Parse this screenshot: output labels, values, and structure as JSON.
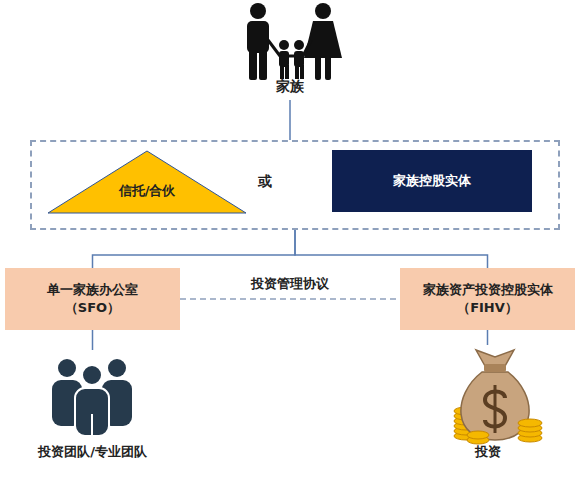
{
  "diagram": {
    "nodes": [
      {
        "text": [
          "家族"
        ]
      },
      {
        "text": [
          "或"
        ]
      },
      {
        "text": [
          "信托/合伙"
        ],
        "in": 1
      },
      {
        "text": [
          "家族控股实体"
        ],
        "in": 1
      },
      {
        "text": [
          "单一家族办公室 （SFO）"
        ]
      },
      {
        "text": [
          "家族资产投资控股实体 （FIHV）"
        ]
      },
      {
        "text": [
          "投资团队/专业团队"
        ]
      },
      {
        "text": [
          "投资"
        ]
      }
    ],
    "edges": [
      {
        "from": 0,
        "to": 1,
        "arrow": "none"
      },
      {
        "from": 1,
        "to": 4,
        "arrow": "none"
      },
      {
        "from": 1,
        "to": 5,
        "arrow": "none"
      },
      {
        "from": 4,
        "to": 5,
        "arrow": "none",
        "label": "投资管理协议"
      },
      {
        "from": 4,
        "to": 6,
        "arrow": "none"
      },
      {
        "from": 5,
        "to": 7,
        "arrow": "none"
      }
    ]
  }
}
